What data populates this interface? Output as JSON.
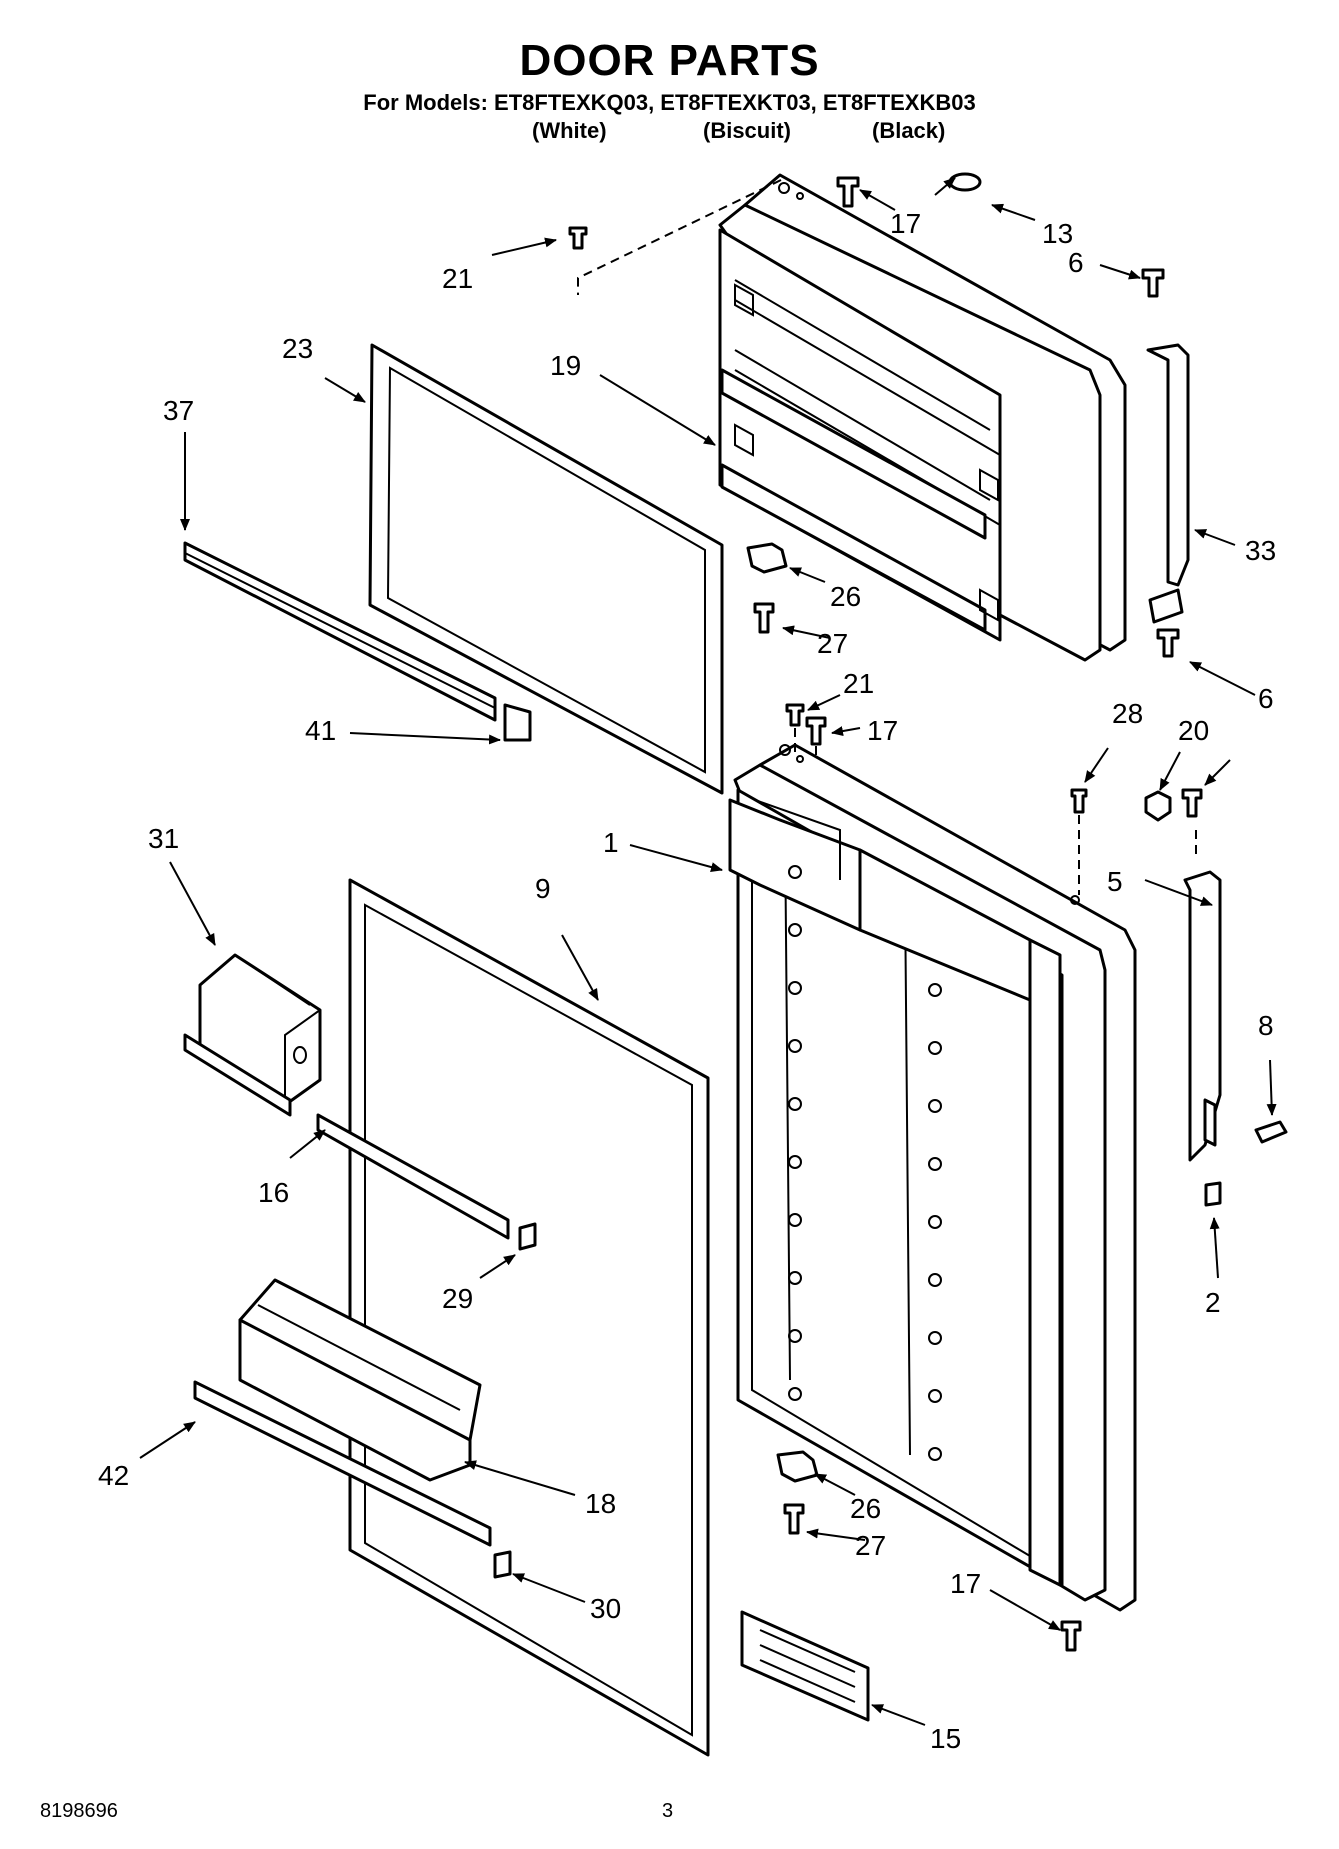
{
  "header": {
    "title": "DOOR PARTS",
    "models": "For Models: ET8FTEXKQ03, ET8FTEXKT03, ET8FTEXKB03",
    "variants": [
      "(White)",
      "(Biscuit)",
      "(Black)"
    ]
  },
  "footer": {
    "doc_number": "8198696",
    "page_number": "3"
  },
  "callouts": {
    "c1": "1",
    "c2": "2",
    "c5": "5",
    "c6a": "6",
    "c6b": "6",
    "c8": "8",
    "c9": "9",
    "c13": "13",
    "c15": "15",
    "c16": "16",
    "c17a": "17",
    "c17b": "17",
    "c17c": "17",
    "c18": "18",
    "c19": "19",
    "c20": "20",
    "c21a": "21",
    "c21b": "21",
    "c23": "23",
    "c26a": "26",
    "c26b": "26",
    "c27a": "27",
    "c27b": "27",
    "c28": "28",
    "c29": "29",
    "c30": "30",
    "c31": "31",
    "c33": "33",
    "c37": "37",
    "c41": "41",
    "c42": "42"
  }
}
